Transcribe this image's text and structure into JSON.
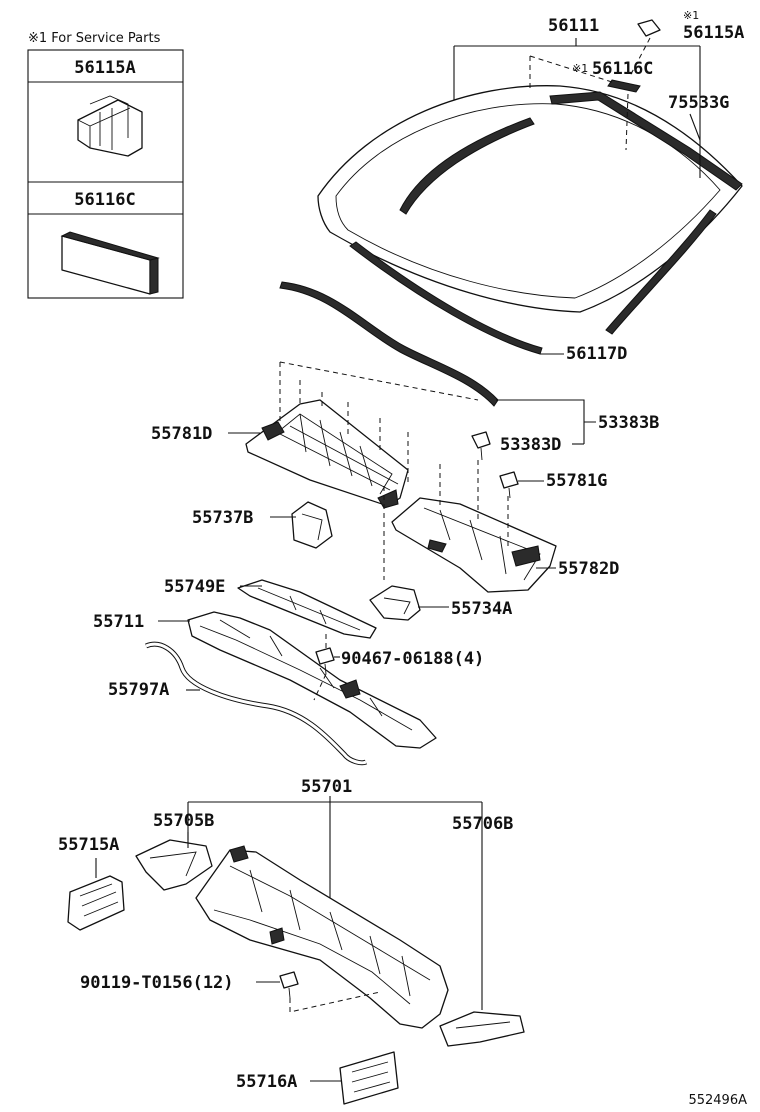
{
  "service_note": "※1 For Service Parts",
  "service_box": {
    "part1": "56115A",
    "part2": "56116C"
  },
  "mark": "※1",
  "parts": {
    "windshield": "56111",
    "clip": "56115A",
    "stopper": "56116C",
    "moulding": "75533G",
    "dam": "56117D",
    "seal_set": "53383B",
    "seal_clip": "53383D",
    "cowl_left": "55781D",
    "clip_g": "55781G",
    "cowl_right": "55782D",
    "bracket_b": "55737B",
    "louver_e": "55749E",
    "bracket_a": "55734A",
    "panel": "55711",
    "bolt": "90467-06188(4)",
    "hose": "55797A",
    "cowl_assy": "55701",
    "side_l": "55705B",
    "side_r": "55706B",
    "plate": "55715A",
    "screw": "90119-T0156(12)",
    "insulator": "55716A"
  },
  "figure_code": "552496A"
}
